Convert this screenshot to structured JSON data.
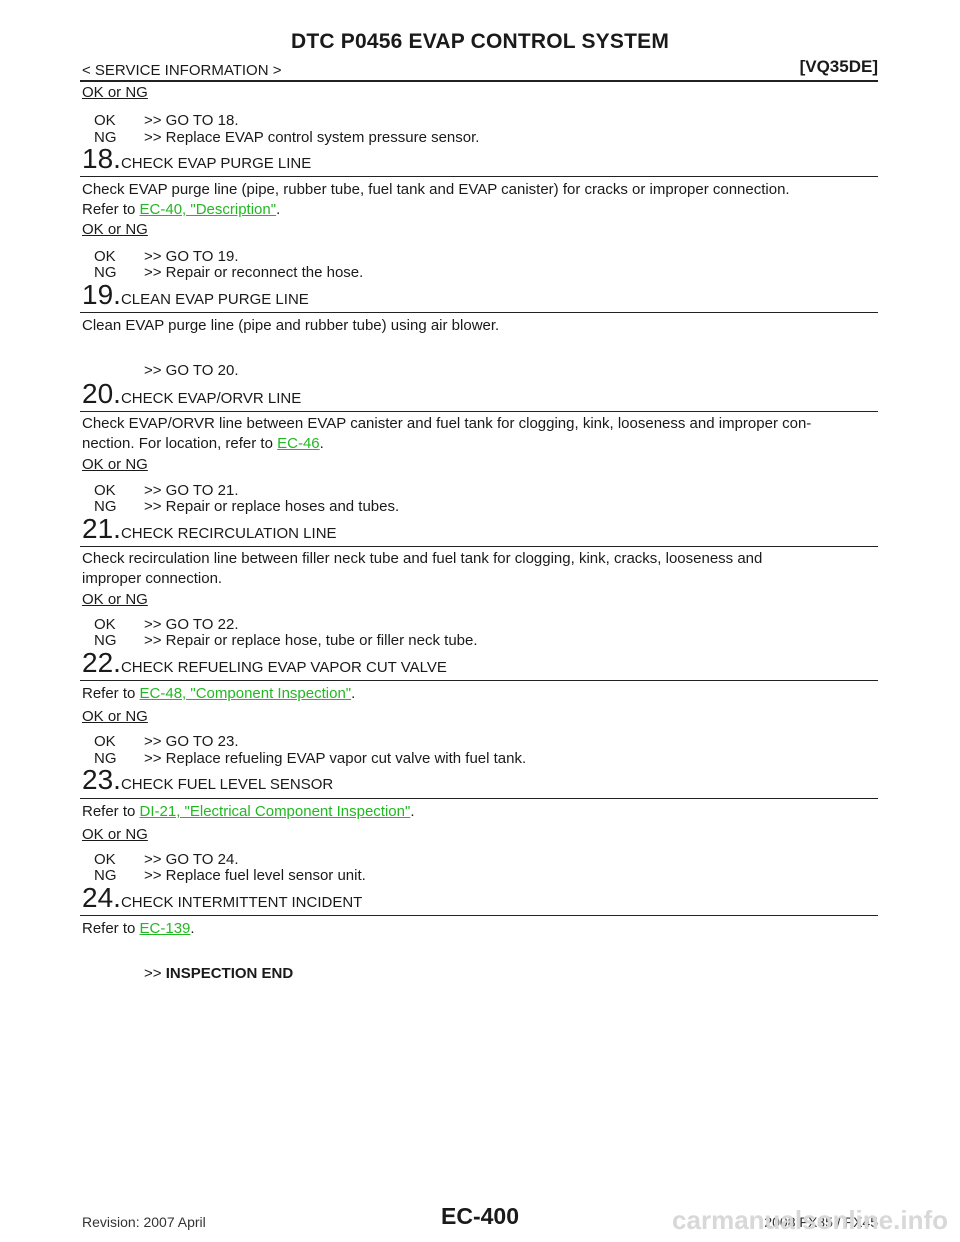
{
  "header": {
    "title": "DTC P0456 EVAP CONTROL SYSTEM",
    "section": "< SERVICE INFORMATION >",
    "engine": "[VQ35DE]"
  },
  "steps": [
    {
      "num": "",
      "title": "",
      "okng": "OK or NG",
      "ok": ">> GO TO 18.",
      "ng": ">> Replace EVAP control system pressure sensor."
    },
    {
      "num": "18.",
      "title": "CHECK EVAP PURGE LINE",
      "text1": "Check EVAP purge line (pipe, rubber tube, fuel tank and EVAP canister) for cracks or improper connection.",
      "text2_prefix": "Refer to ",
      "link": "EC-40, \"Description\"",
      "text2_suffix": ".",
      "okng": "OK or NG",
      "ok": ">> GO TO 19.",
      "ng": ">> Repair or reconnect the hose."
    },
    {
      "num": "19.",
      "title": "CLEAN EVAP PURGE LINE",
      "text1": "Clean EVAP purge line (pipe and rubber tube) using air blower.",
      "cont": ">> GO TO 20."
    },
    {
      "num": "20.",
      "title": "CHECK EVAP/ORVR LINE",
      "text1": "Check EVAP/ORVR line between EVAP canister and fuel tank for clogging, kink, looseness and improper con-",
      "text2_prefix": "nection. For location, refer to ",
      "link": "EC-46",
      "text2_suffix": ".",
      "okng": "OK or NG",
      "ok": ">> GO TO 21.",
      "ng": ">> Repair or replace hoses and tubes."
    },
    {
      "num": "21.",
      "title": "CHECK RECIRCULATION LINE",
      "text1": "Check recirculation line between filler neck tube and fuel tank for clogging, kink, cracks, looseness and",
      "text2": "improper connection.",
      "okng": "OK or NG",
      "ok": ">> GO TO 22.",
      "ng": ">> Repair or replace hose, tube or filler neck tube."
    },
    {
      "num": "22.",
      "title": "CHECK REFUELING EVAP VAPOR CUT VALVE",
      "text2_prefix": "Refer to ",
      "link": "EC-48, \"Component Inspection\"",
      "text2_suffix": ".",
      "okng": "OK or NG",
      "ok": ">> GO TO 23.",
      "ng": ">> Replace refueling EVAP vapor cut valve with fuel tank."
    },
    {
      "num": "23.",
      "title": "CHECK FUEL LEVEL SENSOR",
      "text2_prefix": "Refer to ",
      "link": "DI-21, \"Electrical Component Inspection\"",
      "text2_suffix": ".",
      "okng": "OK or NG",
      "ok": ">> GO TO 24.",
      "ng": ">> Replace fuel level sensor unit."
    },
    {
      "num": "24.",
      "title": "CHECK INTERMITTENT INCIDENT",
      "text2_prefix": "Refer to ",
      "link": "EC-139",
      "text2_suffix": ".",
      "cont_prefix": ">> ",
      "cont_strong": "INSPECTION END"
    }
  ],
  "labels": {
    "ok": "OK",
    "ng": "NG"
  },
  "footer": {
    "revision": "Revision: 2007 April",
    "page": "EC-400",
    "model": "2008 FX35 / FX45",
    "watermark": "carmanualsonline.info"
  },
  "colors": {
    "link": "#22b822",
    "text": "#1a1a1a",
    "rule": "#222222"
  }
}
